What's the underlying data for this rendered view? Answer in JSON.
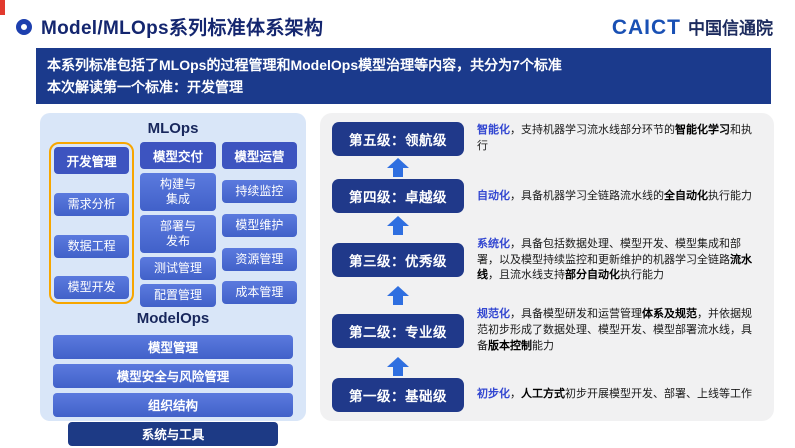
{
  "header": {
    "title": "Model/MLOps系列标准体系架构",
    "logo_en": "CAICT",
    "logo_cn": "中国信通院"
  },
  "banner": {
    "line1": "本系列标准包括了MLOps的过程管理和ModelOps模型治理等内容，共分为7个标准",
    "line2": "本次解读第一个标准：开发管理"
  },
  "left": {
    "mlops_title": "MLOps",
    "columns": [
      {
        "header": "开发管理",
        "highlighted": true,
        "items": [
          "需求分析",
          "数据工程",
          "模型开发"
        ]
      },
      {
        "header": "模型交付",
        "highlighted": false,
        "items": [
          "构建与\n集成",
          "部署与\n发布",
          "测试管理",
          "配置管理"
        ]
      },
      {
        "header": "模型运营",
        "highlighted": false,
        "items": [
          "持续监控",
          "模型维护",
          "资源管理",
          "成本管理"
        ]
      }
    ],
    "modelops_title": "ModelOps",
    "bars": [
      {
        "label": "模型管理",
        "dark": false
      },
      {
        "label": "模型安全与风险管理",
        "dark": false
      },
      {
        "label": "组织结构",
        "dark": false
      },
      {
        "label": "系统与工具",
        "dark": true
      }
    ]
  },
  "right": {
    "levels": [
      {
        "label": "第五级：领航级",
        "keyword": "智能化",
        "segments": [
          {
            "text": "，支持机器学习流水线部分环节的",
            "bold": false
          },
          {
            "text": "智能化学习",
            "bold": true
          },
          {
            "text": "和执行",
            "bold": false
          }
        ]
      },
      {
        "label": "第四级：卓越级",
        "keyword": "自动化",
        "segments": [
          {
            "text": "，具备机器学习全链路流水线的",
            "bold": false
          },
          {
            "text": "全自动化",
            "bold": true
          },
          {
            "text": "执行能力",
            "bold": false
          }
        ]
      },
      {
        "label": "第三级：优秀级",
        "keyword": "系统化",
        "segments": [
          {
            "text": "，具备包括数据处理、模型开发、模型集成和部署，以及模型持续监控和更新维护的机器学习全链路",
            "bold": false
          },
          {
            "text": "流水线",
            "bold": true
          },
          {
            "text": "，且流水线支持",
            "bold": false
          },
          {
            "text": "部分自动化",
            "bold": true
          },
          {
            "text": "执行能力",
            "bold": false
          }
        ]
      },
      {
        "label": "第二级：专业级",
        "keyword": "规范化",
        "segments": [
          {
            "text": "，具备模型研发和运营管理",
            "bold": false
          },
          {
            "text": "体系及规范",
            "bold": true
          },
          {
            "text": "，并依据规范初步形成了数据处理、模型开发、模型部署流水线，具备",
            "bold": false
          },
          {
            "text": "版本控制",
            "bold": true
          },
          {
            "text": "能力",
            "bold": false
          }
        ]
      },
      {
        "label": "第一级：基础级",
        "keyword": "初步化",
        "segments": [
          {
            "text": "，",
            "bold": false
          },
          {
            "text": "人工方式",
            "bold": true
          },
          {
            "text": "初步开展模型开发、部署、上线等工作",
            "bold": false
          }
        ]
      }
    ]
  },
  "colors": {
    "banner_bg": "#1b3a8c",
    "left_panel_bg": "#d9e6f8",
    "column_header_blue": "#3d54c0",
    "item_button_blue": "#4a6ad0",
    "dark_navy": "#1d3a85",
    "level_button_navy": "#20398a",
    "keyword_blue": "#3347d1",
    "highlight_orange": "#f7a600",
    "arrow_blue": "#2f6fe0",
    "title_navy": "#14266f",
    "red_accent": "#e23a2e"
  }
}
